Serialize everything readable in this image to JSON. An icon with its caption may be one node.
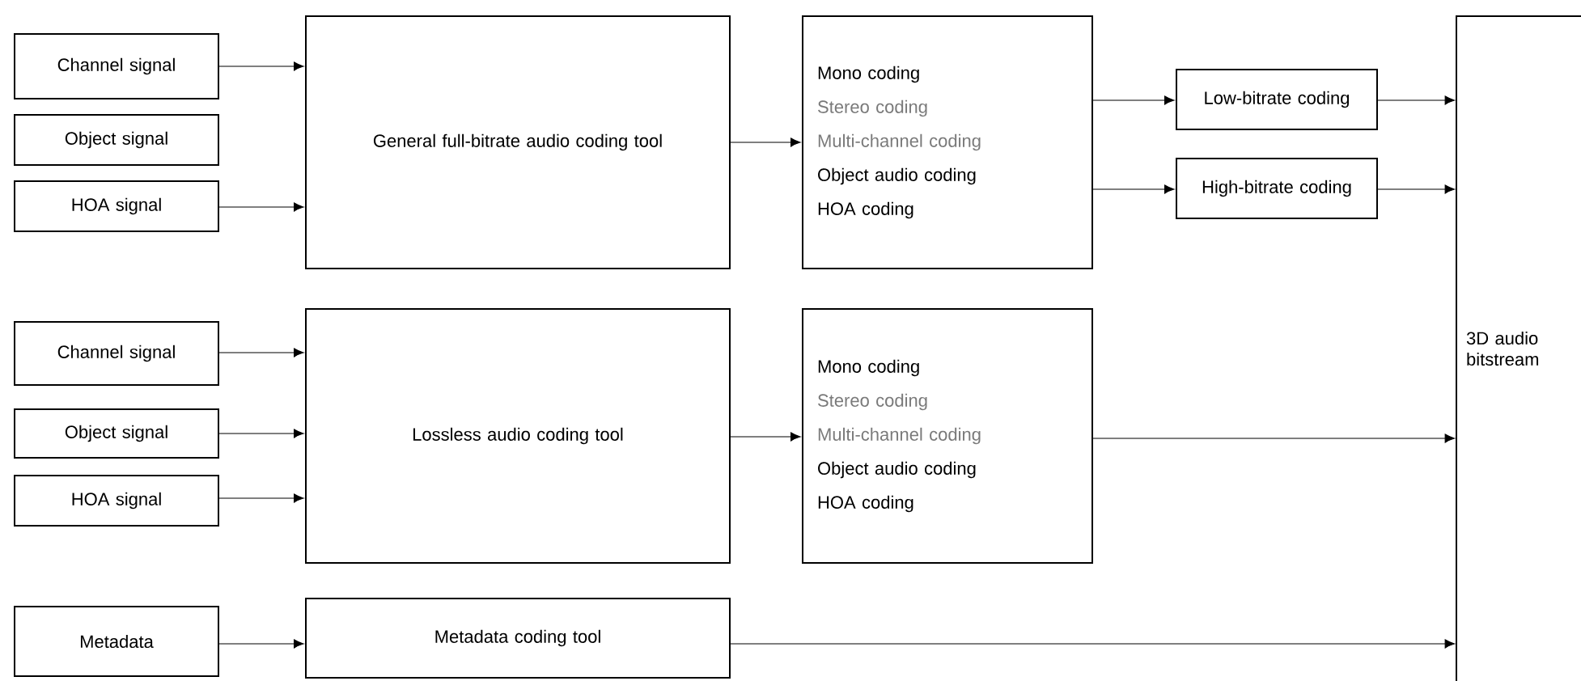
{
  "diagram": {
    "nodes": [
      {
        "text": [
          "Channel signal"
        ]
      },
      {
        "text": [
          "Object signal"
        ]
      },
      {
        "text": [
          "HOA signal"
        ]
      },
      {
        "text": [
          "General full-bitrate audio coding tool"
        ]
      },
      {
        "text": [
          "Mono coding",
          "Stereo coding",
          "Multi-channel coding",
          "Object audio coding",
          "HOA coding"
        ]
      },
      {
        "text": [
          "Low-bitrate coding"
        ]
      },
      {
        "text": [
          "High-bitrate coding"
        ]
      },
      {
        "text": [
          "3D audio bitstream"
        ]
      },
      {
        "text": [
          "Channel signal"
        ]
      },
      {
        "text": [
          "Object signal"
        ]
      },
      {
        "text": [
          "HOA signal"
        ]
      },
      {
        "text": [
          "Lossless audio coding tool"
        ]
      },
      {
        "text": [
          "Mono coding",
          "Stereo coding",
          "Multi-channel coding",
          "Object audio coding",
          "HOA coding"
        ]
      },
      {
        "text": [
          "Metadata"
        ]
      },
      {
        "text": [
          "Metadata coding tool"
        ]
      }
    ],
    "edges": [
      {
        "from": 0,
        "to": 3,
        "arrow": "to"
      },
      {
        "from": 2,
        "to": 3,
        "arrow": "to"
      },
      {
        "from": 3,
        "to": 4,
        "arrow": "to"
      },
      {
        "from": 4,
        "to": 5,
        "arrow": "to"
      },
      {
        "from": 4,
        "to": 6,
        "arrow": "to"
      },
      {
        "from": 5,
        "to": 7,
        "arrow": "to"
      },
      {
        "from": 6,
        "to": 7,
        "arrow": "to"
      },
      {
        "from": 8,
        "to": 11,
        "arrow": "to"
      },
      {
        "from": 9,
        "to": 11,
        "arrow": "to"
      },
      {
        "from": 10,
        "to": 11,
        "arrow": "to"
      },
      {
        "from": 11,
        "to": 12,
        "arrow": "to"
      },
      {
        "from": 12,
        "to": 7,
        "arrow": "to"
      },
      {
        "from": 13,
        "to": 14,
        "arrow": "to"
      },
      {
        "from": 14,
        "to": 7,
        "arrow": "to"
      }
    ]
  }
}
